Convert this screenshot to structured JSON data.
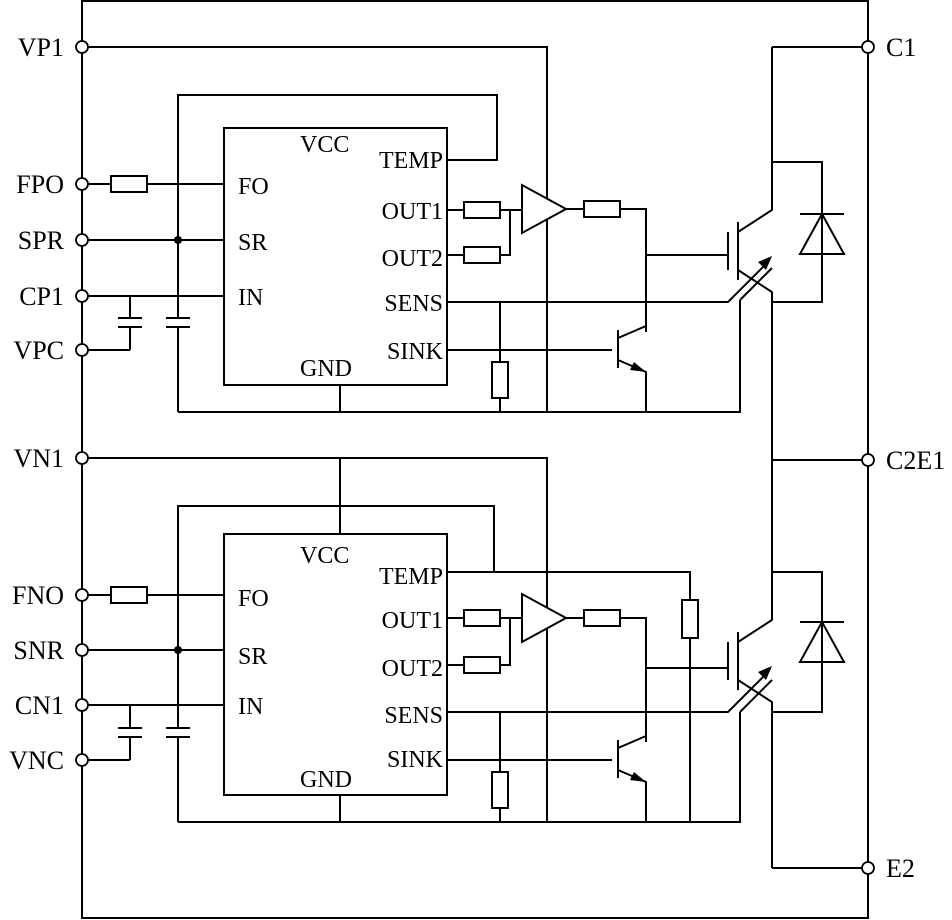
{
  "diagram": {
    "left_terminals": [
      "VP1",
      "FPO",
      "SPR",
      "CP1",
      "VPC",
      "VN1",
      "FNO",
      "SNR",
      "CN1",
      "VNC"
    ],
    "right_terminals": [
      "C1",
      "C2E1",
      "E2"
    ],
    "upper_ic": {
      "pins_left": [
        "FO",
        "SR",
        "IN"
      ],
      "pins_right": [
        "TEMP",
        "OUT1",
        "OUT2",
        "SENS",
        "SINK"
      ],
      "vcc": "VCC",
      "gnd": "GND"
    },
    "lower_ic": {
      "pins_left": [
        "FO",
        "SR",
        "IN"
      ],
      "pins_right": [
        "TEMP",
        "OUT1",
        "OUT2",
        "SENS",
        "SINK"
      ],
      "vcc": "VCC",
      "gnd": "GND"
    }
  }
}
